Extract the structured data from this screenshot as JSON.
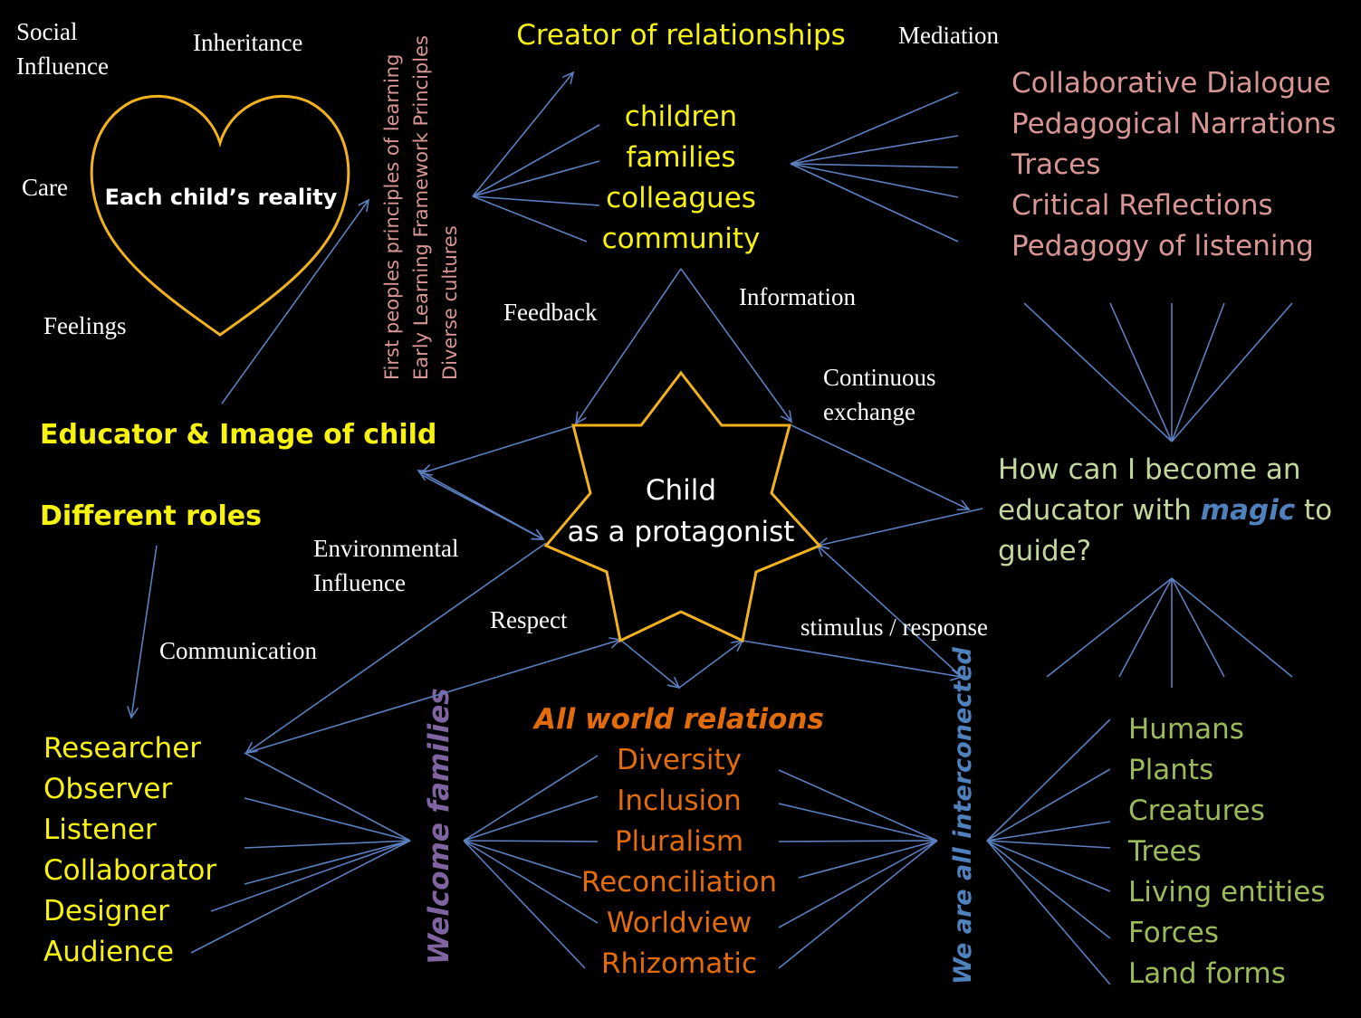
{
  "colors": {
    "background": "#000000",
    "line": "#5b7fbf",
    "shape_outline": "#f2b21e",
    "yellow": "#f7f30f",
    "pink": "#d99594",
    "orange": "#e36c0a",
    "green": "#9bbb59",
    "sage": "#c4d79b",
    "purple": "#8064a2",
    "blue": "#4f81bd",
    "white": "#ffffff"
  },
  "heart": {
    "text": "Each child’s reality",
    "labels": {
      "social_influence_1": "Social",
      "social_influence_2": "Influence",
      "inheritance": "Inheritance",
      "care": "Care",
      "feelings": "Feelings"
    }
  },
  "principles": {
    "line1": "First peoples  principles  of learning",
    "line2": "Early Learning Framework Principles",
    "line3": "Diverse cultures"
  },
  "educator": {
    "image": "Educator & Image of child",
    "different_roles": "Different roles",
    "communication": "Communication",
    "roles": [
      "Researcher",
      "Observer",
      "Listener",
      "Collaborator",
      "Designer",
      "Audience"
    ]
  },
  "relationships": {
    "title": "Creator of relationships",
    "items": [
      "children",
      "families",
      "colleagues",
      "community"
    ]
  },
  "mediation": {
    "label": "Mediation",
    "items": [
      "Collaborative Dialogue",
      "Pedagogical Narrations",
      "Traces",
      "Critical Reflections",
      "Pedagogy of listening"
    ]
  },
  "center": {
    "line1": "Child",
    "line2": "as a protagonist",
    "feedback": "Feedback",
    "information": "Information",
    "continuous_1": "Continuous",
    "continuous_2": "exchange",
    "environmental_1": "Environmental",
    "environmental_2": "Influence",
    "respect": "Respect",
    "stimulus": "stimulus / response"
  },
  "question": {
    "line1": "How can I become an",
    "line2_pre": "educator with ",
    "line2_magic": "magic",
    "line2_post": " to",
    "line3": "guide?"
  },
  "world": {
    "title": "All world relations",
    "items": [
      "Diversity",
      "Inclusion",
      "Pluralism",
      "Reconciliation",
      "Worldview",
      "Rhizomatic"
    ],
    "welcome_families": "Welcome families",
    "interconnected": "We are all interconected"
  },
  "nature": {
    "items": [
      "Humans",
      "Plants",
      "Creatures",
      "Trees",
      "Living entities",
      "Forces",
      "Land forms"
    ]
  }
}
